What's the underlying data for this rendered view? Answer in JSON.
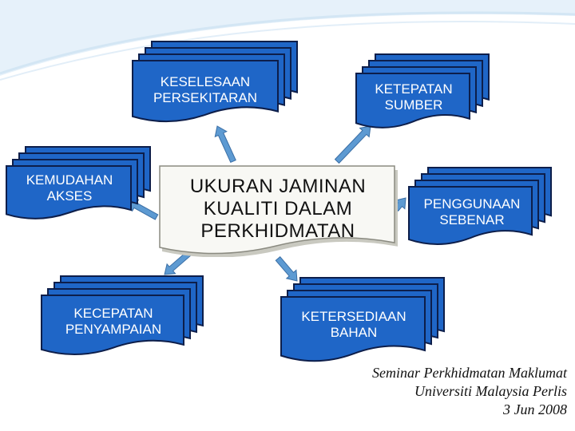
{
  "colors": {
    "box_fill": "#1f66c7",
    "box_border": "#0d1e4a",
    "center_fill": "#f8f8f4",
    "center_border": "#8a8a80",
    "arrow_fill": "#5d9ad2",
    "arrow_stroke": "#3a6ea5",
    "swoosh": "#cfe3f2"
  },
  "center": {
    "label": "UKURAN JAMINAN\nKUALITI DALAM\nPERKHIDMATAN"
  },
  "nodes": [
    {
      "id": "keselesaan",
      "label": "KESELESAAN\nPERSEKITARAN"
    },
    {
      "id": "ketepatan",
      "label": "KETEPATAN\nSUMBER"
    },
    {
      "id": "kemudahan",
      "label": "KEMUDAHAN\nAKSES"
    },
    {
      "id": "penggunaan",
      "label": "PENGGUNAAN\nSEBENAR"
    },
    {
      "id": "kecepatan",
      "label": "KECEPATAN\nPENYAMPAIAN"
    },
    {
      "id": "ketersediaan",
      "label": "KETERSEDIAAN\nBAHAN"
    }
  ],
  "footer": {
    "line1": "Seminar Perkhidmatan Maklumat",
    "line2": "Universiti Malaysia Perlis",
    "line3": "3 Jun 2008"
  }
}
